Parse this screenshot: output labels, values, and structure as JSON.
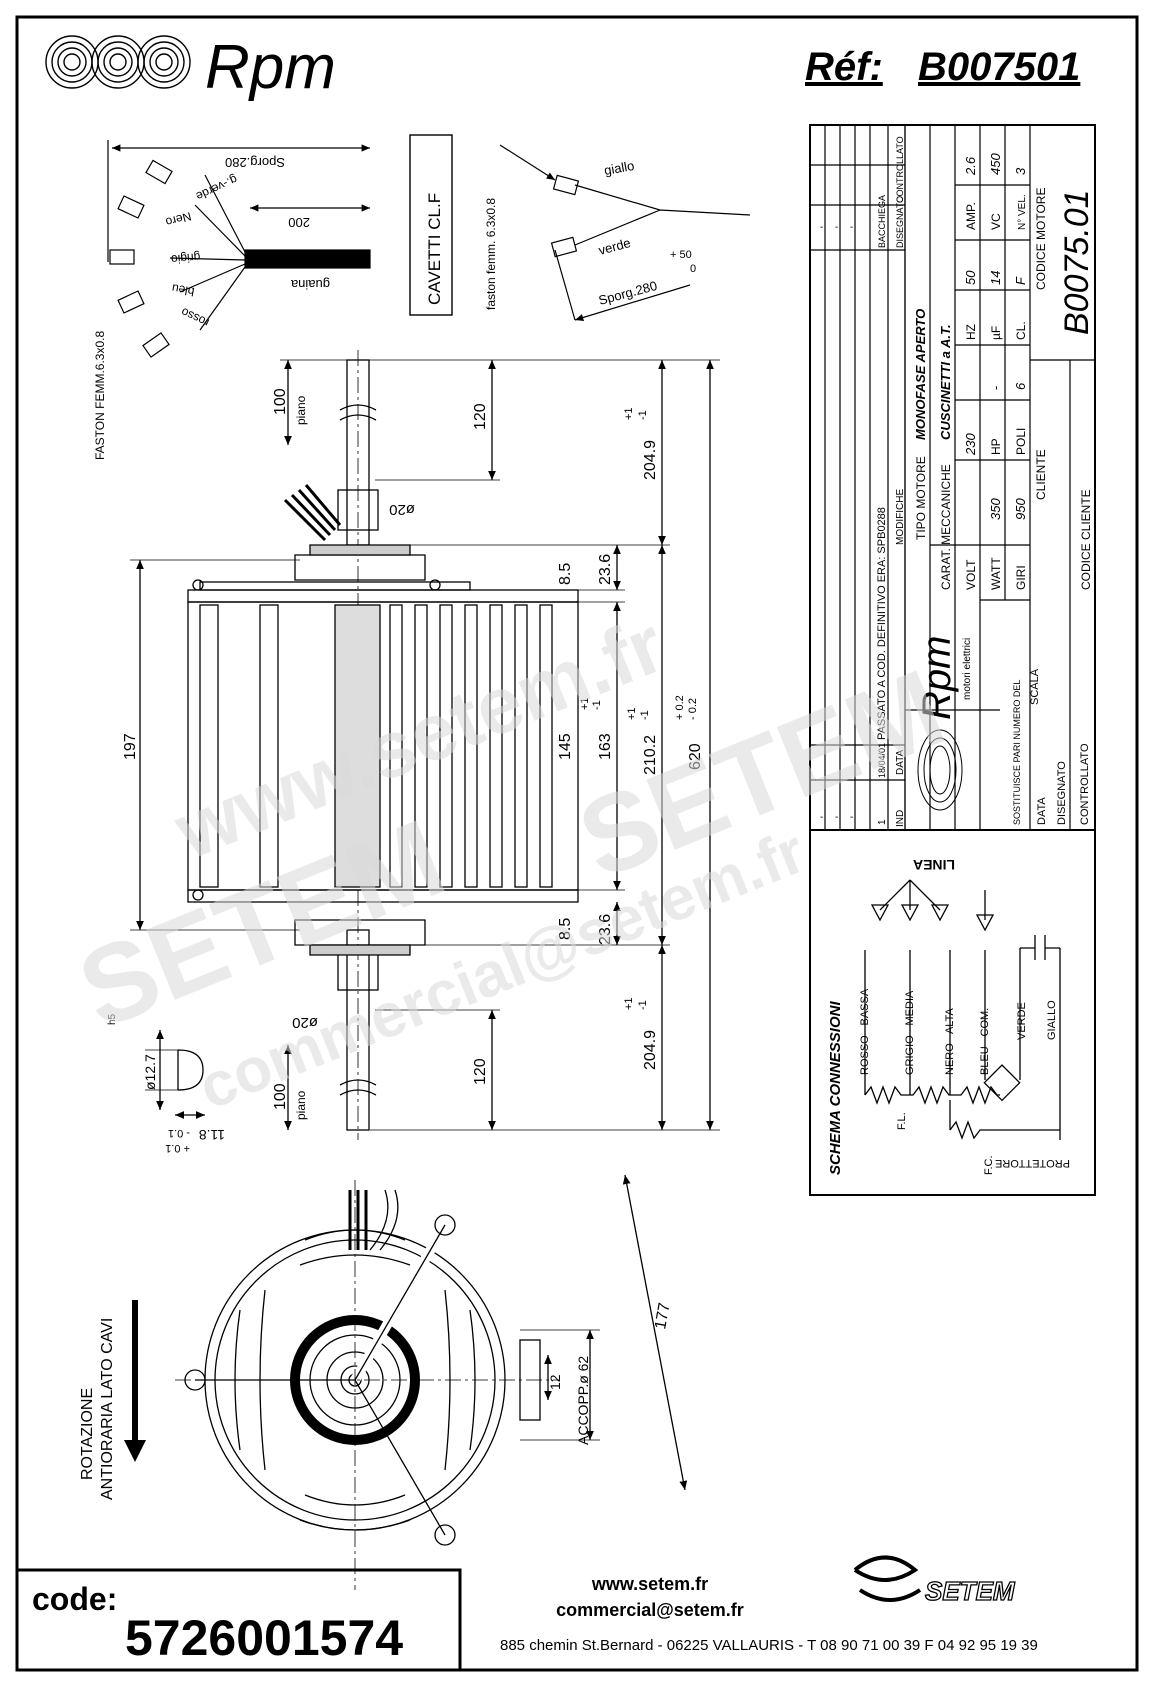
{
  "header": {
    "brand": "Rpm",
    "ref_label": "Réf:",
    "ref_value": "B007501"
  },
  "wiring_left": {
    "sporg_label": "Sporg.280",
    "length_200": "200",
    "guaina": "guaina",
    "faston_label": "FASTON FEMM.6.3x0.8",
    "wires": [
      "g.-verde",
      "Nero",
      "grigio",
      "bleu",
      "rosso"
    ]
  },
  "cavetti_box": "CAVETTI CL.F",
  "wiring_right": {
    "faston_label": "faston femm. 6.3x0.8",
    "wires": [
      "giallo",
      "verde"
    ],
    "sporg_label": "Sporg.280",
    "tol_plus": "+ 50",
    "tol_zero": "0"
  },
  "dimensions": {
    "piano_100_top": "100",
    "piano": "piano",
    "d120_top": "120",
    "d204_top": "204.9",
    "tol_204": [
      "+1",
      "-1"
    ],
    "shaft_dia_top": "ø20",
    "d8_5_top": "8.5",
    "d23_6_top": "23.6",
    "d197": "197",
    "d145": "145",
    "d163": "163",
    "tol_163": [
      "+1",
      "-1"
    ],
    "d210": "210.2",
    "tol_210": [
      "+1",
      "-1"
    ],
    "d620": "620",
    "tol_620": [
      "+ 0.2",
      "- 0.2"
    ],
    "d8_5_bot": "8.5",
    "d23_6_bot": "23.6",
    "shaft_dia_bot": "ø20",
    "d204_bot": "204.9",
    "d120_bot": "120",
    "piano_100_bot": "100",
    "d12_7": "ø12.7",
    "h5": "h5",
    "d11_8": "11.8",
    "tol_11_8": [
      "- 0.1",
      "+ 0.1"
    ],
    "d177": "177",
    "d12": "12",
    "accopp": "ACCOPP.ø 62"
  },
  "rotation_label": [
    "ROTAZIONE",
    "ANTIORARIA LATO CAVI"
  ],
  "title_block": {
    "revision": {
      "ind": "IND",
      "data": "DATA",
      "modifiche": "MODIFICHE",
      "rev1_ind": "1",
      "rev1_date": "18/04/01",
      "rev1_text": "PASSATO A COD. DEFINITIVO ERA: SPB0288",
      "dash": "-",
      "bacchiega": "BACCHIEGA",
      "disegnato": "DISEGNATO",
      "controllato": "CONTROLLATO"
    },
    "tipo_motore_label": "TIPO MOTORE",
    "tipo_motore_value": "MONOFASE APERTO",
    "carat_label": "CARAT. MECCANICHE",
    "carat_value": "CUSCINETTI a A.T.",
    "specs": [
      {
        "label": "VOLT",
        "value": "230"
      },
      {
        "label": "HZ",
        "value": "50"
      },
      {
        "label": "AMP.",
        "value": "2.6"
      },
      {
        "label": "WATT",
        "value": "350"
      },
      {
        "label": "HP",
        "value": "-"
      },
      {
        "label": "µF",
        "value": "14"
      },
      {
        "label": "VC",
        "value": "450"
      },
      {
        "label": "GIRI",
        "value": "950"
      },
      {
        "label": "POLI",
        "value": "6"
      },
      {
        "label": "CL.",
        "value": "F"
      },
      {
        "label": "N° VEL.",
        "value": "3"
      }
    ],
    "cliente": "CLIENTE",
    "codice_cliente": "CODICE CLIENTE",
    "codice_motore": "CODICE MOTORE",
    "codice_motore_value": "B0075.01",
    "logo_text": "Rpm",
    "logo_sub": "motori elettrici",
    "sostituisce": "SOSTITUISCE PARI NUMERO DEL",
    "scala": "SCALA",
    "data": "DATA",
    "disegnato": "DISEGNATO",
    "controllato": "CONTROLLATO"
  },
  "schema": {
    "title": "SCHEMA CONNESSIONI",
    "linea": "LINEA",
    "wires": [
      "ROSSO - BASSA",
      "GRIGIO - MEDIA",
      "NERO - ALTA",
      "BLEU - COM.",
      "VERDE",
      "GIALLO"
    ],
    "fl": "F.L.",
    "fc": "F.C.",
    "protettore": "PROTETTORE"
  },
  "footer": {
    "code_label": "code:",
    "code_value": "5726001574",
    "web": "www.setem.fr",
    "email": "commercial@setem.fr",
    "address": "885 chemin St.Bernard  -  06225 VALLAURIS  -  T 08 90 71 00 39   F 04 92 95 19 39",
    "setem_logo": "SETEM"
  },
  "watermark": [
    "www.setem.fr",
    "SETEM",
    "SETEM",
    "commercial@setem.fr"
  ]
}
